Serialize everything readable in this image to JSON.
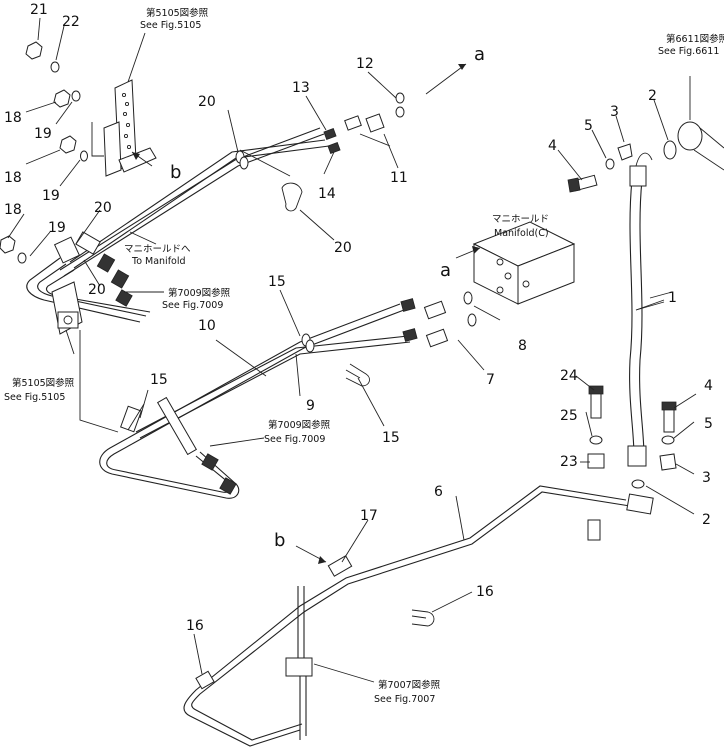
{
  "callouts": [
    {
      "id": "c1",
      "label": "1"
    },
    {
      "id": "c2a",
      "label": "2"
    },
    {
      "id": "c2b",
      "label": "2"
    },
    {
      "id": "c3a",
      "label": "3"
    },
    {
      "id": "c3b",
      "label": "3"
    },
    {
      "id": "c4a",
      "label": "4"
    },
    {
      "id": "c4b",
      "label": "4"
    },
    {
      "id": "c5a",
      "label": "5"
    },
    {
      "id": "c5b",
      "label": "5"
    },
    {
      "id": "c6",
      "label": "6"
    },
    {
      "id": "c7",
      "label": "7"
    },
    {
      "id": "c8",
      "label": "8"
    },
    {
      "id": "c9",
      "label": "9"
    },
    {
      "id": "c10",
      "label": "10"
    },
    {
      "id": "c11",
      "label": "11"
    },
    {
      "id": "c12",
      "label": "12"
    },
    {
      "id": "c13",
      "label": "13"
    },
    {
      "id": "c14",
      "label": "14"
    },
    {
      "id": "c15a",
      "label": "15"
    },
    {
      "id": "c15b",
      "label": "15"
    },
    {
      "id": "c15c",
      "label": "15"
    },
    {
      "id": "c16a",
      "label": "16"
    },
    {
      "id": "c16b",
      "label": "16"
    },
    {
      "id": "c17",
      "label": "17"
    },
    {
      "id": "c18a",
      "label": "18"
    },
    {
      "id": "c18b",
      "label": "18"
    },
    {
      "id": "c18c",
      "label": "18"
    },
    {
      "id": "c19a",
      "label": "19"
    },
    {
      "id": "c19b",
      "label": "19"
    },
    {
      "id": "c19c",
      "label": "19"
    },
    {
      "id": "c20a",
      "label": "20"
    },
    {
      "id": "c20b",
      "label": "20"
    },
    {
      "id": "c20c",
      "label": "20"
    },
    {
      "id": "c20d",
      "label": "20"
    },
    {
      "id": "c21",
      "label": "21"
    },
    {
      "id": "c22",
      "label": "22"
    },
    {
      "id": "c23",
      "label": "23"
    },
    {
      "id": "c24",
      "label": "24"
    },
    {
      "id": "c25",
      "label": "25"
    }
  ],
  "letters": {
    "a": "a",
    "b": "b"
  },
  "refs": {
    "fig5105_jp": "第5105図参照",
    "fig5105_en": "See Fig.5105",
    "fig6611_jp": "第6611図参照",
    "fig6611_en": "See Fig.6611",
    "fig7009_jp": "第7009図参照",
    "fig7009_en": "See Fig.7009",
    "fig7007_jp": "第7007図参照",
    "fig7007_en": "See Fig.7007",
    "manifold_c_jp": "マニホールド",
    "manifold_c_en": "Manifold(C)",
    "to_manifold_jp": "マニホールドへ",
    "to_manifold_en": "To Manifold"
  },
  "colors": {
    "line": "#222222",
    "background": "#ffffff"
  }
}
